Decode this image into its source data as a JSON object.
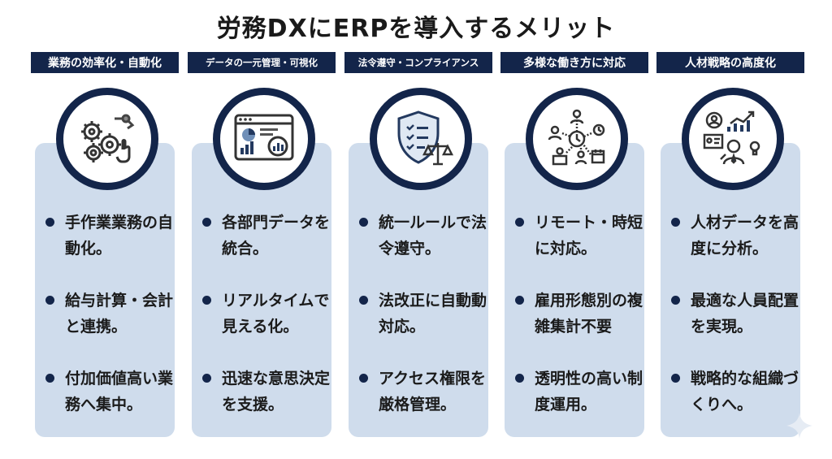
{
  "title": "労務DXにERPを導入するメリット",
  "colors": {
    "navy": "#13254a",
    "panel": "#cfdcec"
  },
  "columns": [
    {
      "header": "業務の効率化・自動化",
      "icon": "gears-robot-arm-icon",
      "bullets": [
        "手作業業務の自動化。",
        "給与計算・会計と連携。",
        "付加価値高い業務へ集中。"
      ]
    },
    {
      "header": "データの一元管理・可視化",
      "icon": "dashboard-charts-icon",
      "bullets": [
        "各部門データを統合。",
        "リアルタイムで見える化。",
        "迅速な意思決定を支援。"
      ]
    },
    {
      "header": "法令遵守・コンプライアンス",
      "icon": "shield-scales-icon",
      "bullets": [
        "統一ルールで法令遵守。",
        "法改正に自動動対応。",
        "アクセス権限を厳格管理。"
      ]
    },
    {
      "header": "多様な働き方に対応",
      "icon": "remote-workers-clock-icon",
      "bullets": [
        "リモート・時短に対応。",
        "雇用形態別の複雑集計不要",
        "透明性の高い制度運用。"
      ]
    },
    {
      "header": "人材戦略の高度化",
      "icon": "talent-analytics-icon",
      "bullets": [
        "人材データを高度に分析。",
        "最適な人員配置を実現。",
        "戦略的な組織づくりへ。"
      ]
    }
  ]
}
